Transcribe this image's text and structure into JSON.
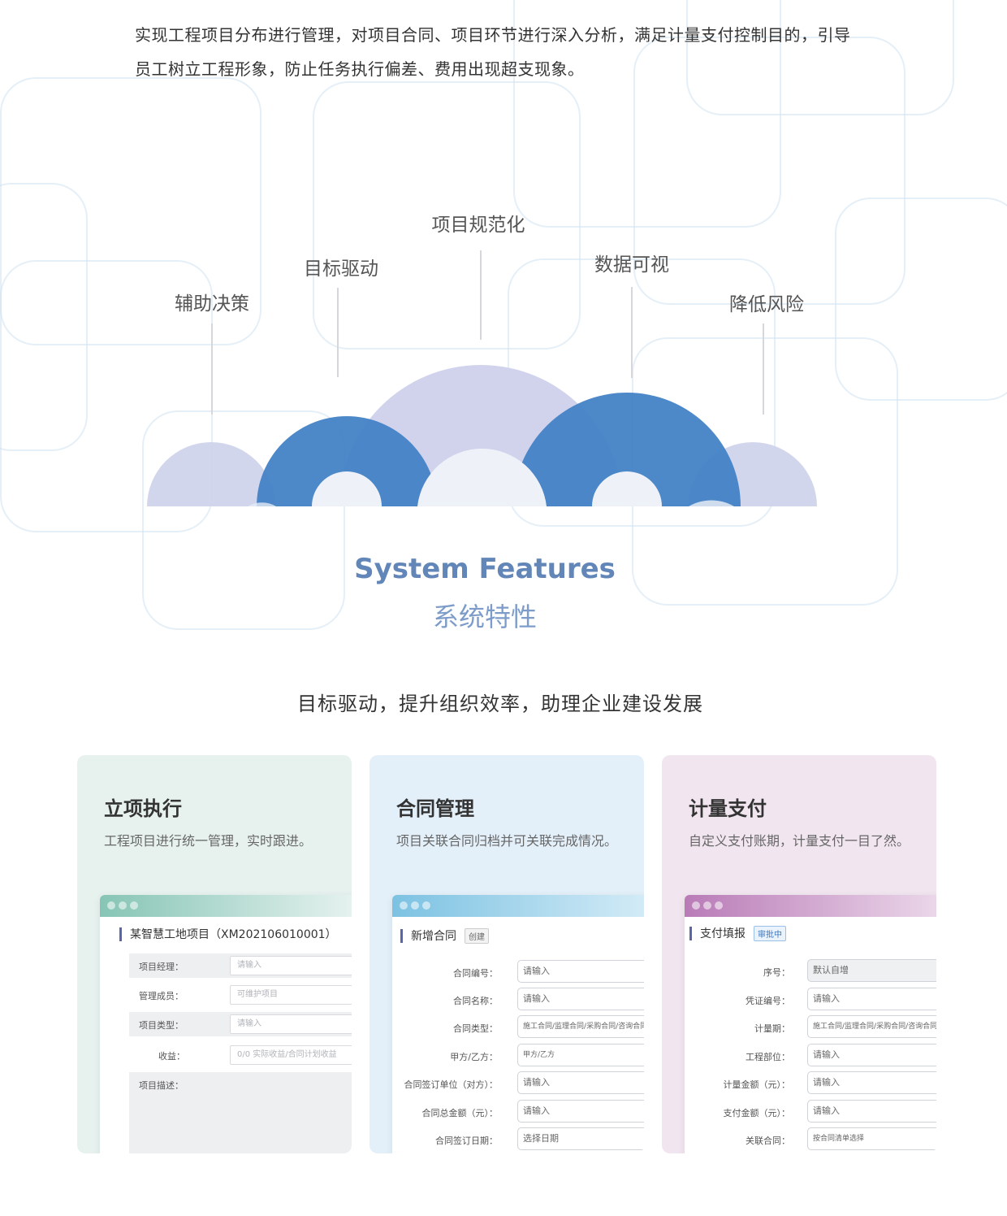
{
  "intro": {
    "line1": "实现工程项目分布进行管理，对项目合同、项目环节进行深入分析，满足计量支付控制目的，引导",
    "line2": "员工树立工程形象，防止任务执行偏差、费用出现超支现象。"
  },
  "features": {
    "labels": [
      "辅助决策",
      "目标驱动",
      "项目规范化",
      "数据可视",
      "降低风险"
    ]
  },
  "section": {
    "title_en": "System Features",
    "title_zh": "系统特性",
    "subtitle": "目标驱动，提升组织效率，助理企业建设发展"
  },
  "cards": [
    {
      "title": "立项执行",
      "desc": "工程项目进行统一管理，实时跟进。",
      "bg": "#e7f2ef",
      "bar": [
        "#86c5b5",
        "#e8f3f0"
      ],
      "mock": {
        "title": "某智慧工地项目（XM202106010001）",
        "rows": [
          {
            "label": "项目经理：",
            "placeholder": "请输入"
          },
          {
            "label": "管理成员：",
            "placeholder": "可维护项目"
          },
          {
            "label": "项目类型：",
            "placeholder": "请输入"
          },
          {
            "label": "收益：",
            "placeholder": "0/0 实际收益/合同计划收益"
          },
          {
            "label": "项目描述：",
            "placeholder": ""
          }
        ]
      }
    },
    {
      "title": "合同管理",
      "desc": "项目关联合同归档并可关联完成情况。",
      "bg": "#e4f0f9",
      "bar": [
        "#7cc2e2",
        "#d5ecf7"
      ],
      "mock": {
        "title": "新增合同",
        "badge": "创建",
        "rows": [
          {
            "label": "合同编号：",
            "value": "请输入"
          },
          {
            "label": "合同名称：",
            "value": "请输入"
          },
          {
            "label": "合同类型：",
            "value": "施工合同/监理合同/采购合同/咨询合同/"
          },
          {
            "label": "甲方/乙方：",
            "value": "甲方/乙方"
          },
          {
            "label": "合同签订单位（对方）：",
            "value": "请输入"
          },
          {
            "label": "合同总金额（元）：",
            "value": "请输入"
          },
          {
            "label": "合同签订日期：",
            "value": "选择日期"
          }
        ]
      }
    },
    {
      "title": "计量支付",
      "desc": "自定义支付账期，计量支付一目了然。",
      "bg": "#f1e6f0",
      "bar": [
        "#b97bb7",
        "#ecd9eb"
      ],
      "mock": {
        "title": "支付填报",
        "badge": "审批中",
        "rows": [
          {
            "label": "序号：",
            "value": "默认自增"
          },
          {
            "label": "凭证编号：",
            "value": "请输入"
          },
          {
            "label": "计量期：",
            "value": "施工合同/监理合同/采购合同/咨询合同/"
          },
          {
            "label": "工程部位：",
            "value": "请输入"
          },
          {
            "label": "计量金额（元）：",
            "value": "请输入"
          },
          {
            "label": "支付金额（元）：",
            "value": "请输入"
          },
          {
            "label": "关联合同：",
            "value": "按合同清单选择"
          }
        ]
      }
    }
  ],
  "colors": {
    "dome_light": "#cdd1ea",
    "dome_blue": "#3e7fc4",
    "dome_pale": "#eef2f8",
    "title_blue": "#6286b8"
  }
}
